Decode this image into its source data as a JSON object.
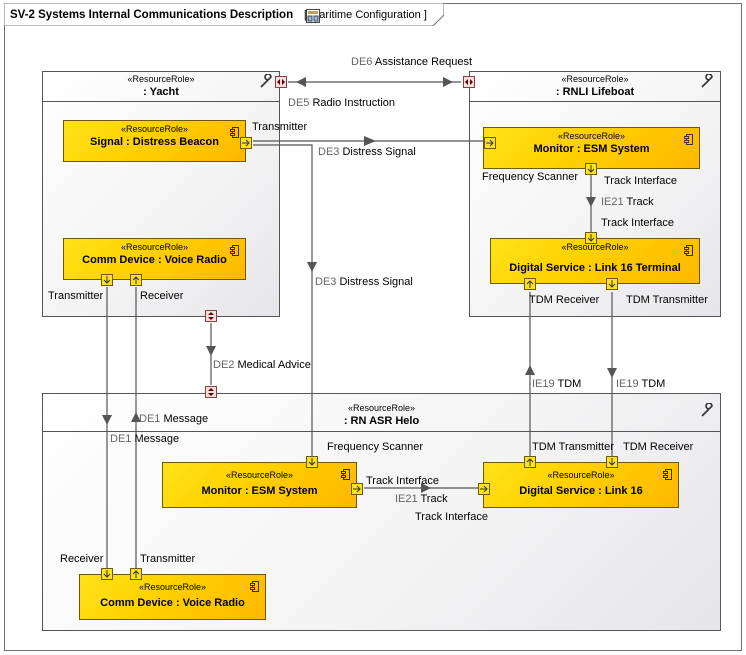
{
  "diagram": {
    "title": "SV-2 Systems Internal Communications Description",
    "context_bracket_open": "[",
    "context": "Maritime Configuration",
    "context_bracket_close": "]"
  },
  "roles": {
    "yacht": {
      "stereotype": "«ResourceRole»",
      "name": ": Yacht"
    },
    "lifeboat": {
      "stereotype": "«ResourceRole»",
      "name": ": RNLI Lifeboat"
    },
    "helo": {
      "stereotype": "«ResourceRole»",
      "name": ": RN ASR Helo"
    }
  },
  "parts": {
    "signal": {
      "stereotype": "«ResourceRole»",
      "name": "Signal : Distress Beacon"
    },
    "yacht_radio": {
      "stereotype": "«ResourceRole»",
      "name": "Comm Device : Voice Radio"
    },
    "lb_monitor": {
      "stereotype": "«ResourceRole»",
      "name": "Monitor : ESM System"
    },
    "lb_digital": {
      "stereotype": "«ResourceRole»",
      "name": "Digital Service : Link 16 Terminal"
    },
    "helo_monitor": {
      "stereotype": "«ResourceRole»",
      "name": "Monitor : ESM System"
    },
    "helo_digital": {
      "stereotype": "«ResourceRole»",
      "name": "Digital Service : Link 16"
    },
    "helo_radio": {
      "stereotype": "«ResourceRole»",
      "name": "Comm Device : Voice Radio"
    }
  },
  "flows": {
    "de6": {
      "id": "DE6",
      "name": "Assistance Request"
    },
    "de5": {
      "id": "DE5",
      "name": "Radio Instruction"
    },
    "de3a": {
      "id": "DE3",
      "name": "Distress Signal"
    },
    "de3b": {
      "id": "DE3",
      "name": "Distress Signal"
    },
    "de2": {
      "id": "DE2",
      "name": "Medical Advice"
    },
    "de1a": {
      "id": "DE1",
      "name": "Message"
    },
    "de1b": {
      "id": "DE1",
      "name": "Message"
    },
    "ie21a": {
      "id": "IE21",
      "name": "Track"
    },
    "ie21b": {
      "id": "IE21",
      "name": "Track"
    },
    "ie19a": {
      "id": "IE19",
      "name": "TDM"
    },
    "ie19b": {
      "id": "IE19",
      "name": "TDM"
    }
  },
  "port_labels": {
    "transmitter": "Transmitter",
    "receiver": "Receiver",
    "frequency_scanner": "Frequency Scanner",
    "track_interface": "Track Interface",
    "tdm_receiver": "TDM Receiver",
    "tdm_transmitter": "TDM Transmitter"
  },
  "colors": {
    "part_fill": "#ffd200",
    "role_fill": "#eeeef0",
    "line": "#555555",
    "port_pink": "#f6dede"
  },
  "icons": [
    "diagram-icon",
    "wrench-icon",
    "component-icon",
    "port-arrow-icon"
  ]
}
